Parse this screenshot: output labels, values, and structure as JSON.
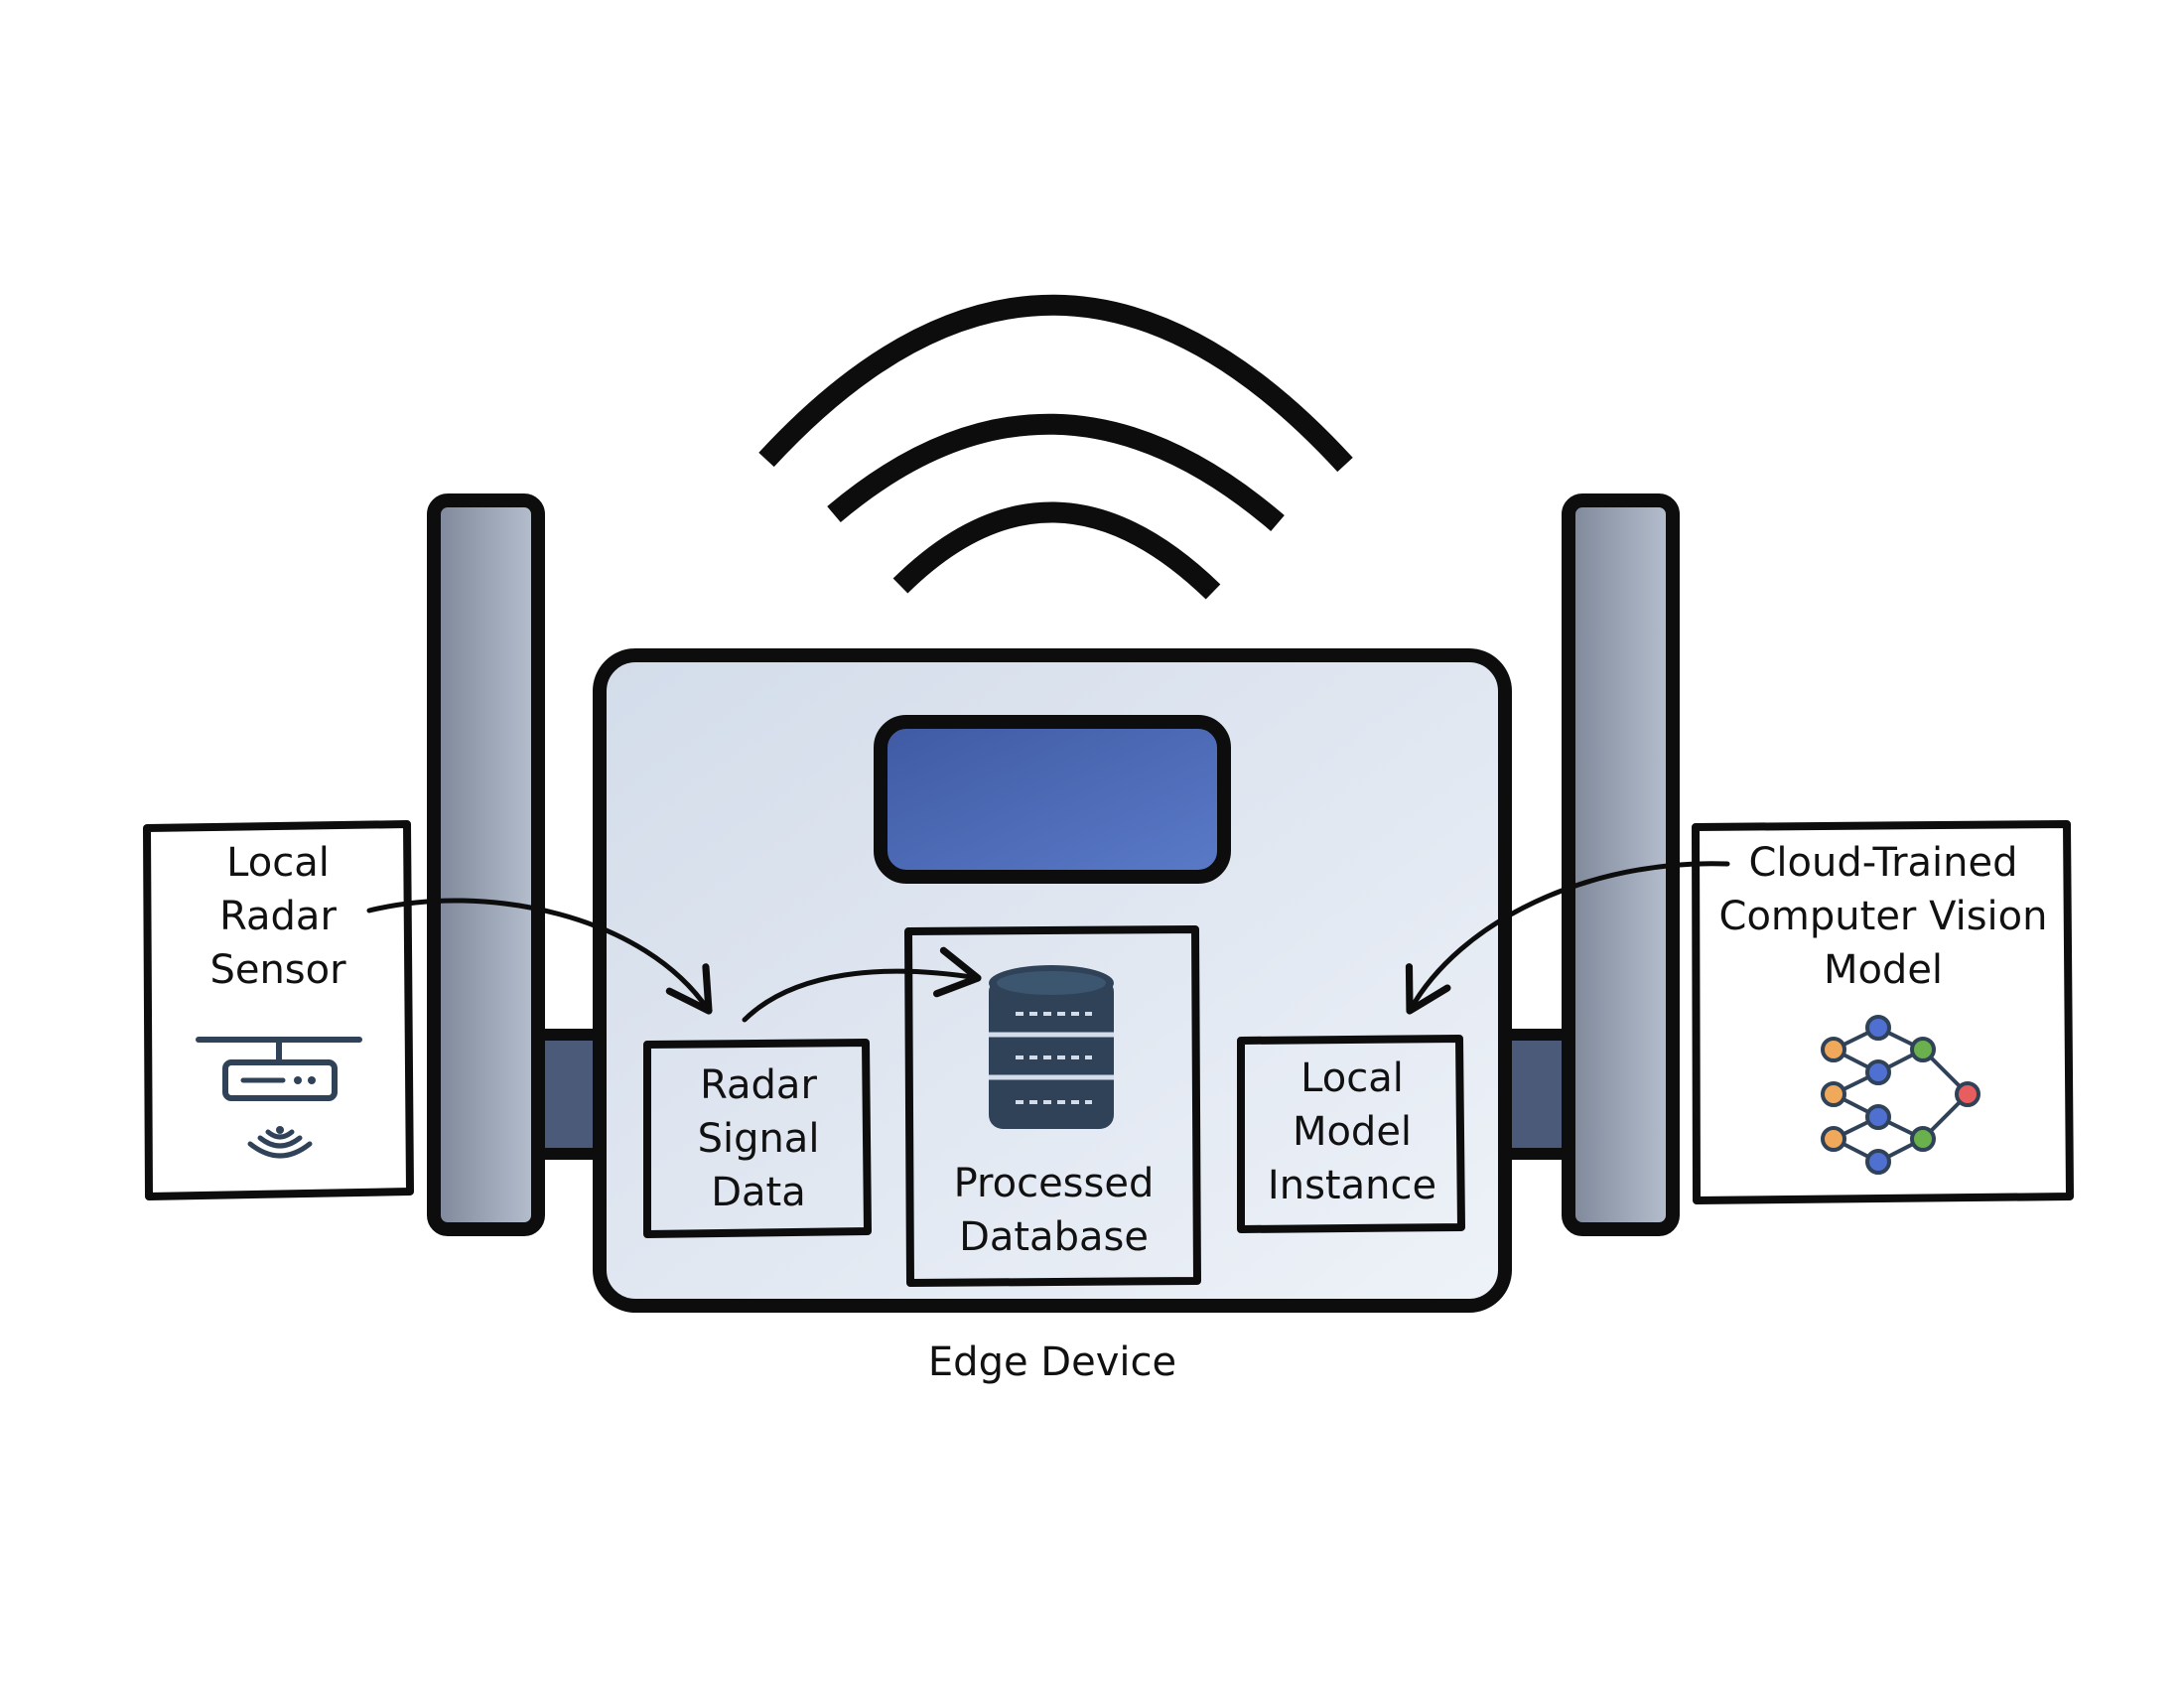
{
  "colors": {
    "stroke": "#0d0d0d",
    "device_fill_start": "#d3dcea",
    "device_fill_end": "#eef2f8",
    "screen_start": "#3f5aa3",
    "screen_end": "#5a7ac8",
    "antenna_dark": "#7d8799",
    "antenna_light": "#b7c0cf",
    "connector": "#4a5a78",
    "icon_navy": "#2f4258",
    "node_orange": "#f0a85a",
    "node_blue": "#4f6fd1",
    "node_green": "#6ab04c",
    "node_red": "#e85d5d"
  },
  "icons": {
    "wifi": "wifi-signal-icon",
    "database": "database-icon",
    "radar": "radar-sensor-icon",
    "network": "neural-network-icon"
  },
  "labels": {
    "radar_sensor": [
      "Local",
      "Radar",
      "Sensor"
    ],
    "cloud_model": [
      "Cloud-Trained",
      "Computer Vision",
      "Model"
    ],
    "radar_signal": [
      "Radar",
      "Signal",
      "Data"
    ],
    "processed_db": [
      "Processed",
      "Database"
    ],
    "local_model": [
      "Local",
      "Model",
      "Instance"
    ],
    "edge_device": "Edge Device"
  }
}
